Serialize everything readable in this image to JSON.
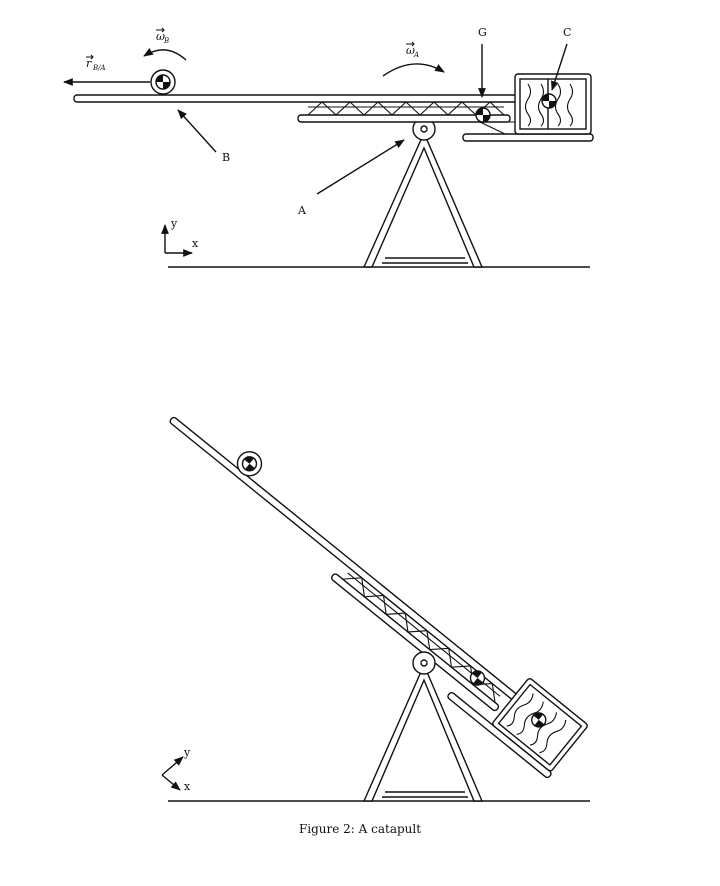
{
  "labels": {
    "omega_b": "ω",
    "omega_b_sub": "B",
    "omega_a": "ω",
    "omega_a_sub": "A",
    "r_ba": "r",
    "r_ba_sub": "B/A",
    "point_b": "B",
    "point_a": "A",
    "point_g": "G",
    "point_c": "C",
    "axis_y_top": "y",
    "axis_x_top": "x",
    "axis_y_bottom": "y",
    "axis_x_bottom": "x"
  },
  "caption": "Figure 2: A catapult"
}
